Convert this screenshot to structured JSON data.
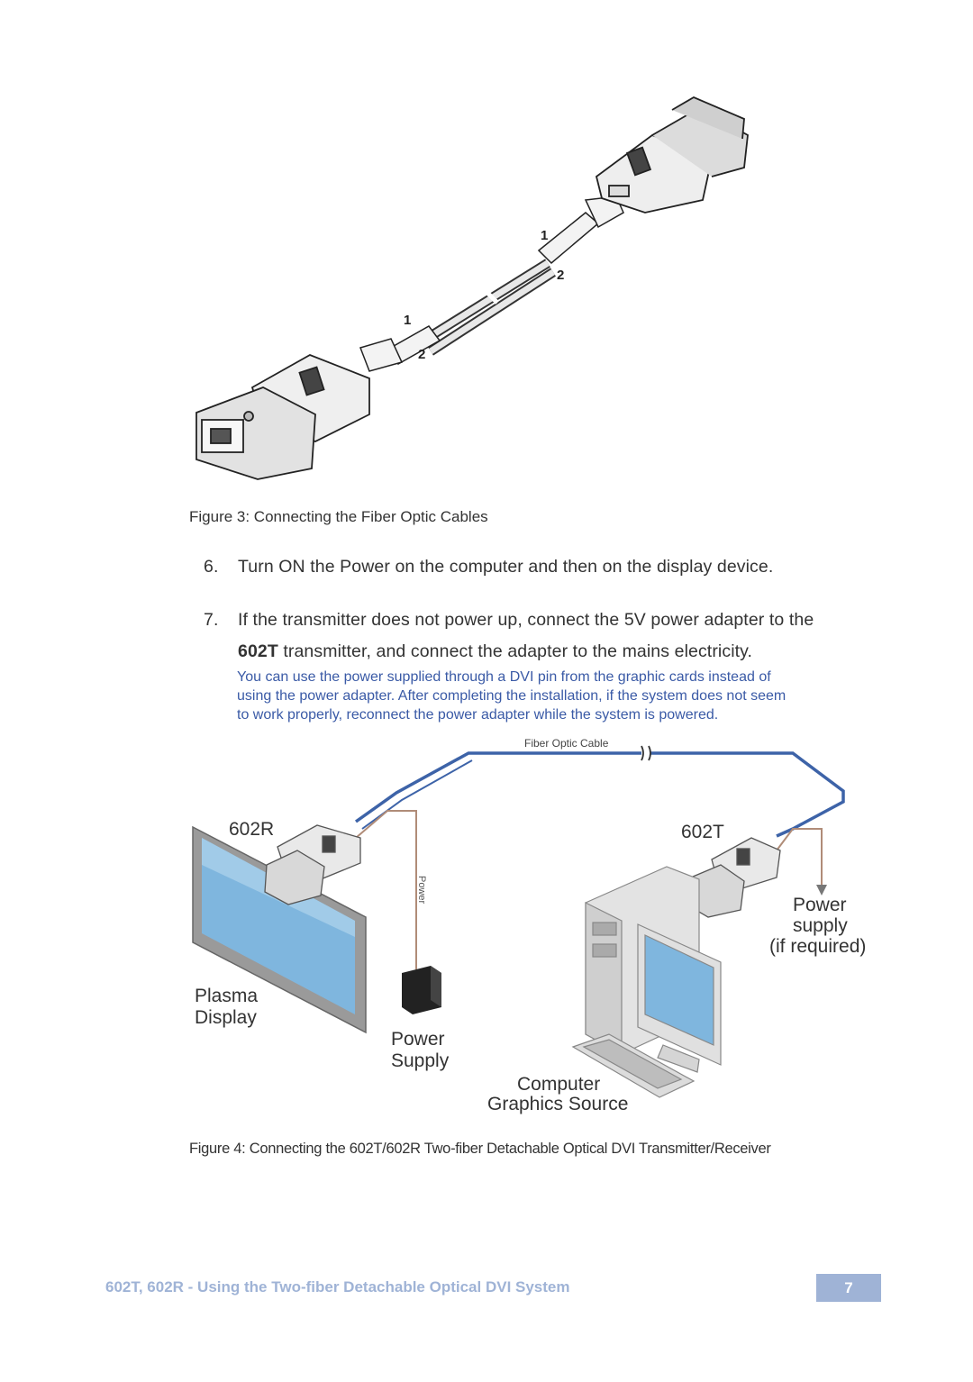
{
  "figure3": {
    "caption": "Figure 3: Connecting the Fiber Optic Cables",
    "labels": {
      "top_1": "1",
      "top_2": "2",
      "bottom_1": "1",
      "bottom_2": "2"
    }
  },
  "steps": [
    {
      "number": "6.",
      "text": "Turn ON the Power on the computer and then on the display device."
    },
    {
      "number": "7.",
      "text_line1": "If the transmitter does not power up, connect the 5V power adapter to the",
      "bold": "602T",
      "text_line2": " transmitter, and connect the adapter to the mains electricity."
    }
  ],
  "note": {
    "lines": [
      "You can use the power supplied through a DVI pin from the graphic cards instead of",
      "using the power adapter. After completing the installation, if the system does not seem",
      "to work properly, reconnect the power adapter while the system is powered."
    ]
  },
  "figure4": {
    "fiber_label": "Fiber Optic Cable",
    "receiver_label": "602R",
    "transmitter_label": "602T",
    "power_cable_label": "Power",
    "display_label_1": "Plasma",
    "display_label_2": "Display",
    "power_supply_label_1": "Power",
    "power_supply_label_2": "Supply",
    "power_supply_opt_1": "Power",
    "power_supply_opt_2": "supply",
    "power_supply_opt_3": "(if required)",
    "computer_label_1": "Computer",
    "computer_label_2": "Graphics Source",
    "caption": "Figure 4: Connecting the 602T/602R Two-fiber Detachable Optical DVI Transmitter/Receiver"
  },
  "footer": {
    "title": "602T, 602R - Using the Two-fiber Detachable Optical DVI System",
    "page_number": "7"
  },
  "colors": {
    "accent": "#9fb3d6",
    "note_text": "#3a5aa6",
    "fiber_cable": "#3d63a8"
  }
}
